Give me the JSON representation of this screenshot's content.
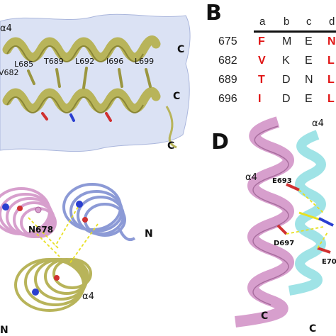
{
  "panel_letters": {
    "b": "B",
    "d": "D"
  },
  "panel_a": {
    "helix_labels": [
      "α4"
    ],
    "residue_labels": [
      "L685",
      "T689",
      "L692",
      "I696",
      "L699",
      "V682"
    ],
    "terminus_labels": [
      "C",
      "C",
      "C"
    ]
  },
  "panel_b": {
    "heptad_positions": [
      "a",
      "b",
      "c",
      "d"
    ],
    "rows": [
      {
        "number": "675",
        "residues": [
          "F",
          "M",
          "E",
          "N"
        ]
      },
      {
        "number": "682",
        "residues": [
          "V",
          "K",
          "E",
          "L"
        ]
      },
      {
        "number": "689",
        "residues": [
          "T",
          "D",
          "N",
          "L"
        ]
      },
      {
        "number": "696",
        "residues": [
          "I",
          "D",
          "E",
          "L"
        ]
      }
    ],
    "highlight_color": "#e01414"
  },
  "panel_c": {
    "residue_label": "N678",
    "helix_label": "α4",
    "terminus_labels": [
      "N",
      "N"
    ]
  },
  "panel_d": {
    "helix_labels": [
      "α4",
      "α4"
    ],
    "residue_labels": [
      "E693",
      "D697",
      "E70"
    ],
    "terminus_labels": [
      "C",
      "C"
    ]
  },
  "colors": {
    "olive_helix": "#b8b45a",
    "pink_helix": "#d79fcd",
    "blue_helix": "#8c9ad6",
    "cyan_helix": "#9fe3e6",
    "surface": "#c8d2ee"
  }
}
